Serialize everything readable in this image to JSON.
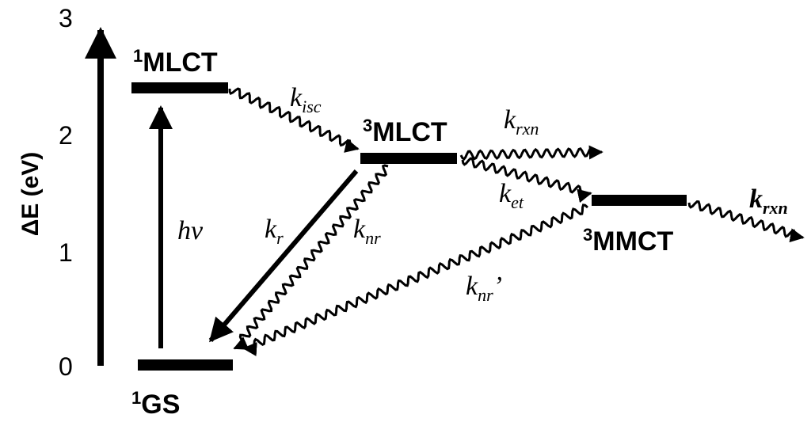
{
  "y_axis": {
    "label": "ΔE (eV)",
    "ticks": [
      "0",
      "1",
      "2",
      "3"
    ]
  },
  "states": {
    "gs": {
      "sup": "1",
      "name": "GS",
      "energy_eV": 0
    },
    "mlct1": {
      "sup": "1",
      "name": "MLCT",
      "energy_eV": 2.4
    },
    "mlct3": {
      "sup": "3",
      "name": "MLCT",
      "energy_eV": 1.75
    },
    "mmct3": {
      "sup": "3",
      "name": "MMCT",
      "energy_eV": 1.4
    }
  },
  "rates": {
    "absorption": "hv",
    "isc": {
      "base": "k",
      "sub": "isc"
    },
    "r": {
      "base": "k",
      "sub": "r"
    },
    "nr": {
      "base": "k",
      "sub": "nr"
    },
    "rxn_mlct": {
      "base": "k",
      "sub": "rxn"
    },
    "et": {
      "base": "k",
      "sub": "et"
    },
    "nr_prime": {
      "base": "k",
      "sub": "nr",
      "prime": "’"
    },
    "rxn_mmct": {
      "base": "k",
      "sub": "rxn"
    }
  }
}
